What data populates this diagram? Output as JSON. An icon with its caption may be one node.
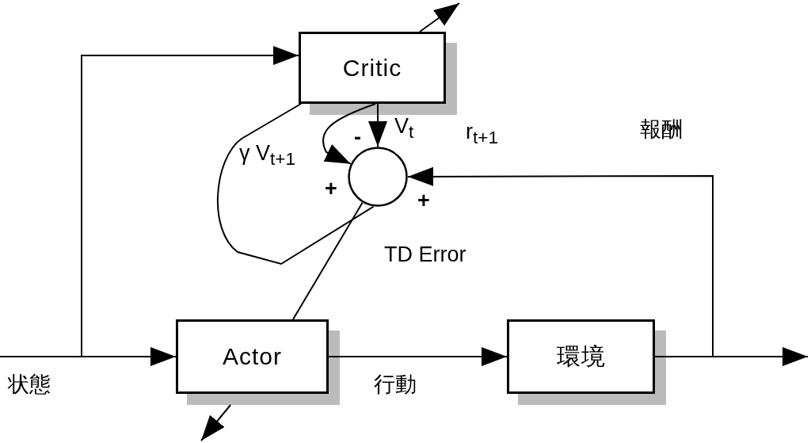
{
  "diagram": {
    "nodes": [
      {
        "text": [
          "Critic"
        ]
      },
      {
        "text": [],
        "shape": "circle"
      },
      {
        "text": [
          "Actor"
        ]
      },
      {
        "text": [
          "環境"
        ]
      }
    ],
    "edges": [
      {
        "from": null,
        "to": 2,
        "arrow": "to",
        "label": "状態"
      },
      {
        "from": null,
        "to": 0,
        "arrow": "to"
      },
      {
        "from": 2,
        "to": 3,
        "arrow": "to",
        "label": "行動"
      },
      {
        "from": 3,
        "to": null,
        "arrow": "to"
      },
      {
        "from": 3,
        "to": 1,
        "arrow": "to",
        "label": "r$_{t+1}$"
      },
      {
        "from": 0,
        "to": 1,
        "arrow": "to",
        "label": "V$_{t}$"
      },
      {
        "from": 0,
        "to": 1,
        "arrow": "to"
      },
      {
        "from": 0,
        "to": 1,
        "arrow": "none",
        "label": "γ V$_{t+1}$"
      },
      {
        "from": 1,
        "to": 2,
        "arrow": "none",
        "label": "TD Error"
      }
    ],
    "labels": [
      "報酬",
      "-",
      "+",
      "+"
    ]
  }
}
